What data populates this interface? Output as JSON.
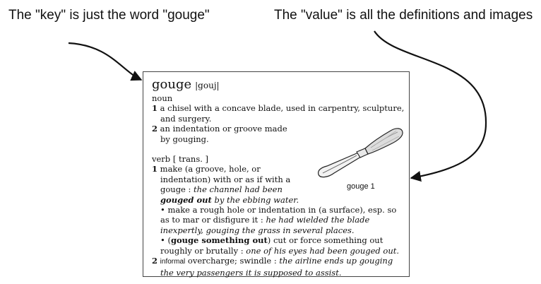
{
  "captions": {
    "key": "The \"key\" is just the word \"gouge\"",
    "value": "The \"value\" is all the definitions and images"
  },
  "entry": {
    "headword": "gouge",
    "pronunciation": "|gouj|",
    "noun": {
      "pos": "noun",
      "senses": [
        {
          "num": "1",
          "text": "a chisel with a concave blade, used in carpentry, sculpture, and surgery."
        },
        {
          "num": "2",
          "text": "an indentation or groove made by gouging."
        }
      ]
    },
    "verb": {
      "pos": "verb [ trans. ]",
      "sense1": {
        "num": "1",
        "text": "make (a groove, hole, or indentation) with or as if with a gouge :",
        "example_before": "the channel had been",
        "example_bold": "gouged out",
        "example_after": "by the ebbing water.",
        "sub1_text": "• make a rough hole or indentation in (a surface), esp. so as to mar or disfigure it :",
        "sub1_example": "he had wielded the blade inexpertly, gouging the grass in several places.",
        "sub2_open": "• (",
        "sub2_phrase": "gouge something out",
        "sub2_text": ") cut or force something out roughly or brutally :",
        "sub2_example": "one of his eyes had been gouged out."
      },
      "sense2": {
        "num": "2",
        "register": "informal",
        "text": "overcharge; swindle :",
        "example": "the airline ends up gouging the very passengers it is supposed to assist."
      }
    },
    "image_caption": "gouge 1"
  }
}
